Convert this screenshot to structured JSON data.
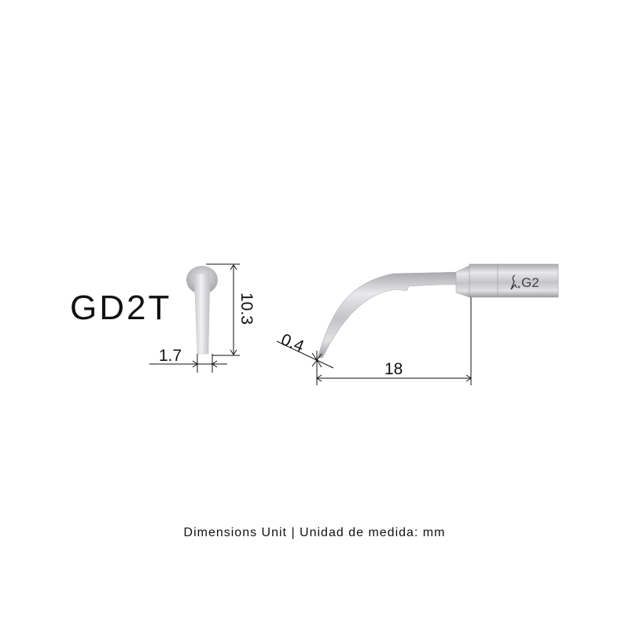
{
  "product": {
    "model": "GD2T",
    "engraving": "G2",
    "logo_icon": "woodpecker-logo-icon"
  },
  "front_view": {
    "height_label": "10.3",
    "width_label": "1.7"
  },
  "side_view": {
    "tip_diameter_label": "0.4",
    "length_label": "18"
  },
  "caption": "Dimensions Unit | Unidad de medida: mm",
  "colors": {
    "line": "#111111",
    "metal_light": "#e6e6e8",
    "metal_mid": "#b9b9bd",
    "metal_dark": "#8e8e92"
  }
}
